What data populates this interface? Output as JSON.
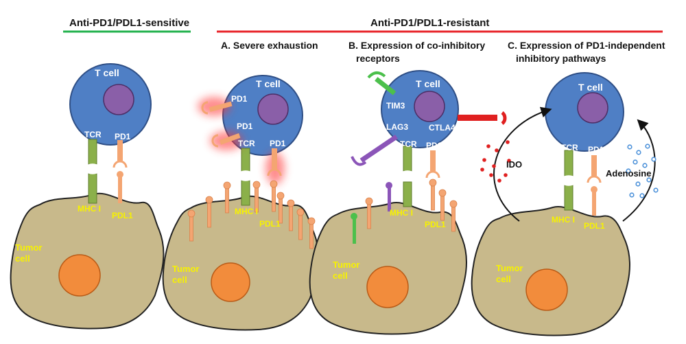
{
  "headers": {
    "sensitive": "Anti-PD1/PDL1-sensitive",
    "resistant": "Anti-PD1/PDL1-resistant"
  },
  "panels": {
    "a": {
      "title": "A. Severe exhaustion"
    },
    "b": {
      "title_line1": "B. Expression of co-inhibitory",
      "title_line2": "receptors"
    },
    "c": {
      "title_line1": "C. Expression of PD1-independent",
      "title_line2": "inhibitory pathways"
    }
  },
  "labels": {
    "t_cell": "T cell",
    "tcr": "TCR",
    "pd1": "PD1",
    "mhc": "MHC I",
    "pdl1": "PDL1",
    "tumor1": "Tumor",
    "tumor2": "cell",
    "tim3": "TIM3",
    "lag3": "LAG3",
    "ctla4": "CTLA4",
    "ido": "IDO",
    "adenosine": "Adenosine"
  },
  "colors": {
    "sensitive_line": "#22b14c",
    "resistant_line": "#e8242a",
    "t_cell": "#4f7fc5",
    "nucleus_t": "#8a5fa8",
    "tumor": "#c8b98b",
    "tumor_nucleus": "#f28c3c",
    "tcr": "#8bb04a",
    "pd1": "#f4a572",
    "label_yellow": "#f7f200",
    "tim3": "#4cc04c",
    "lag3": "#8b55b8",
    "ctla4": "#e02020",
    "ido_dots": "#e02020",
    "adenosine_dots": "#4a90d9"
  }
}
